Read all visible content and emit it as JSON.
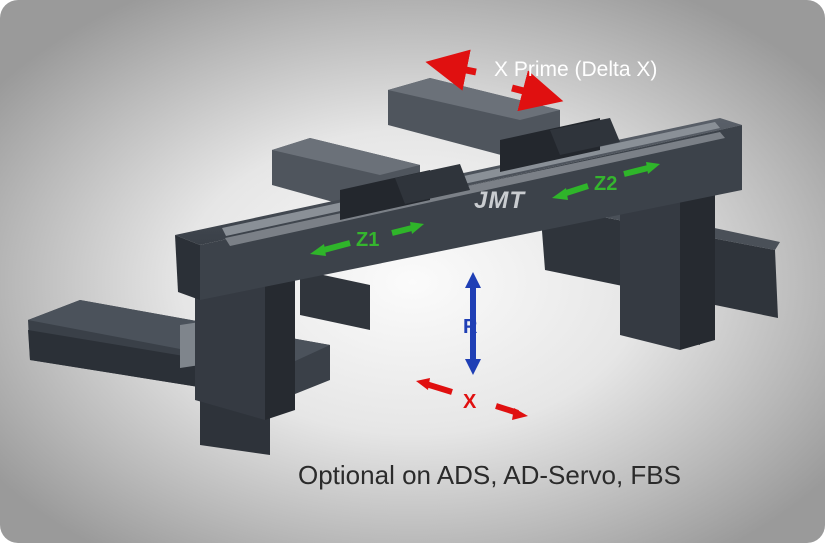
{
  "brand": {
    "name": "JMT"
  },
  "labels": {
    "x_prime": "X Prime (Delta X)",
    "z1": "Z1",
    "z2": "Z2",
    "r": "R",
    "x": "X"
  },
  "caption": "Optional on ADS, AD-Servo, FBS",
  "colors": {
    "machine": "#3c424a",
    "machine_dark": "#2b3037",
    "rail": "#7b8087",
    "arrow_red": "#e01010",
    "arrow_green": "#2fb52a",
    "arrow_blue": "#1f3fb5",
    "label_green": "#35b52e",
    "label_red": "#e01010",
    "label_blue": "#1f3fb5"
  }
}
